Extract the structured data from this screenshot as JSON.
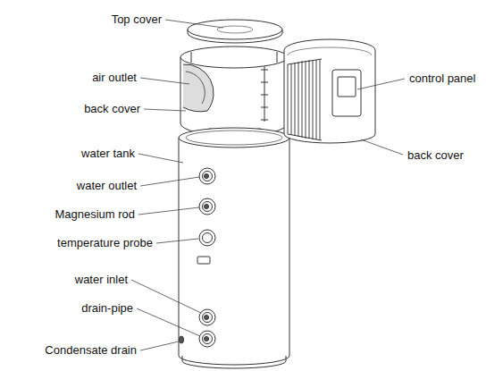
{
  "diagram": {
    "labels": [
      "Top cover",
      "air outlet",
      "back cover",
      "water tank",
      "water outlet",
      "Magnesium rod",
      "temperature probe",
      "water inlet",
      "drain-pipe",
      "Condensate drain",
      "control panel",
      "back cover"
    ]
  }
}
